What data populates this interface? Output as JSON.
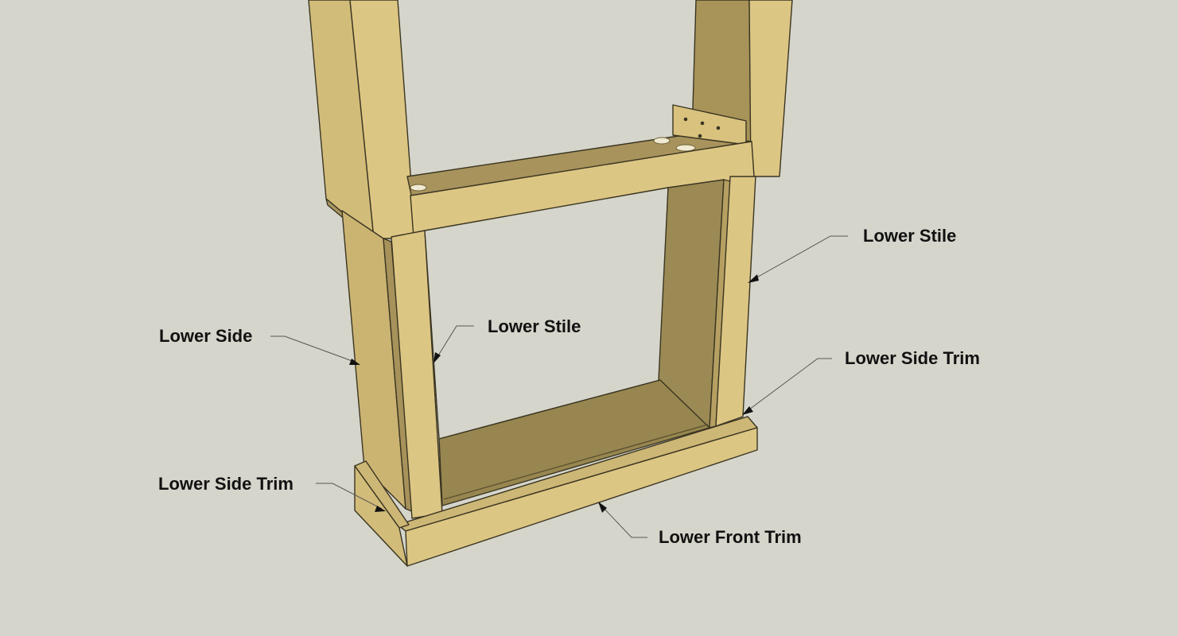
{
  "labels": {
    "lower_stile_right": "Lower Stile",
    "lower_stile_center": "Lower Stile",
    "lower_side": "Lower Side",
    "lower_side_trim_right": "Lower Side Trim",
    "lower_side_trim_left": "Lower Side Trim",
    "lower_front_trim": "Lower Front Trim"
  },
  "colors": {
    "background": "#d6d5cb",
    "wood_light": "#dcc683",
    "wood_mid": "#b8a564",
    "wood_dark": "#8d7c4e",
    "wood_shadow": "#9a8957",
    "edge": "#3a3522"
  }
}
